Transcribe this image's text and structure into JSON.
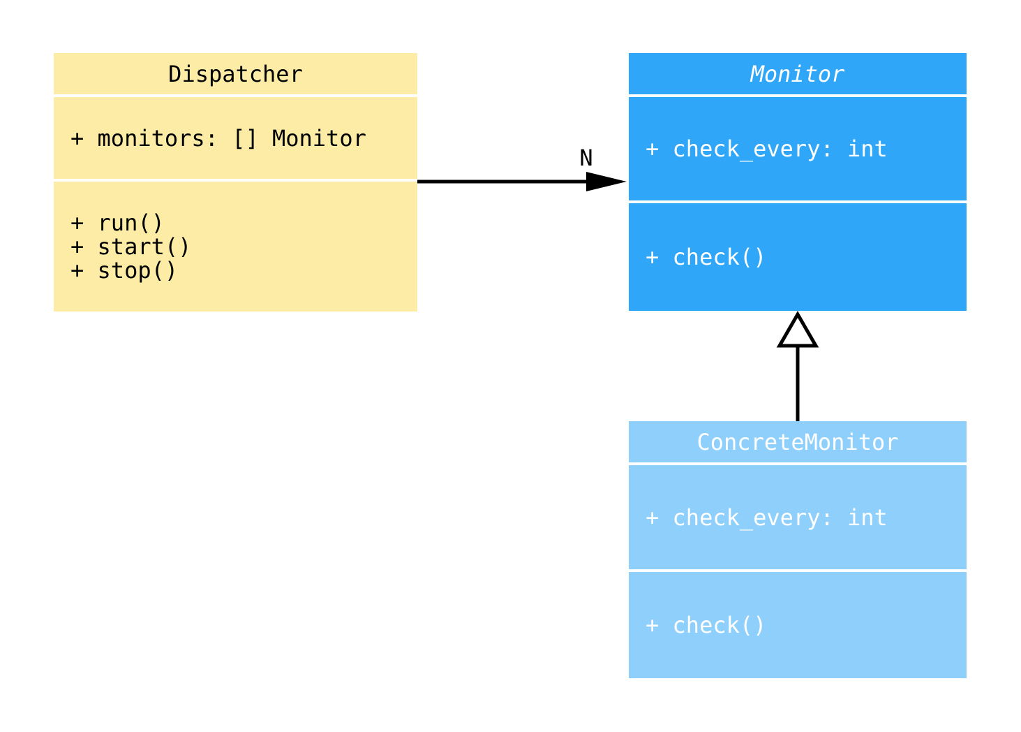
{
  "diagram": {
    "type": "uml-class-diagram",
    "background_color": "#ffffff",
    "classes": [
      {
        "name": "Dispatcher",
        "abstract": false,
        "fill_color": "#FDECA6",
        "text_color": "#000000",
        "attributes": [
          "+ monitors: [] Monitor"
        ],
        "methods": [
          "+ run()",
          "+ start()",
          "+ stop()"
        ]
      },
      {
        "name": "Monitor",
        "abstract": true,
        "fill_color": "#2FA6F8",
        "text_color": "#ffffff",
        "attributes": [
          "+ check_every: int"
        ],
        "methods": [
          "+ check()"
        ]
      },
      {
        "name": "ConcreteMonitor",
        "abstract": false,
        "fill_color": "#8FCFFB",
        "text_color": "#ffffff",
        "attributes": [
          "+ check_every: int"
        ],
        "methods": [
          "+ check()"
        ]
      }
    ],
    "relationships": [
      {
        "type": "association",
        "from": "Dispatcher",
        "to": "Monitor",
        "label": "N",
        "line_color": "#000000"
      },
      {
        "type": "inheritance",
        "from": "ConcreteMonitor",
        "to": "Monitor",
        "label": "",
        "line_color": "#000000"
      }
    ]
  }
}
